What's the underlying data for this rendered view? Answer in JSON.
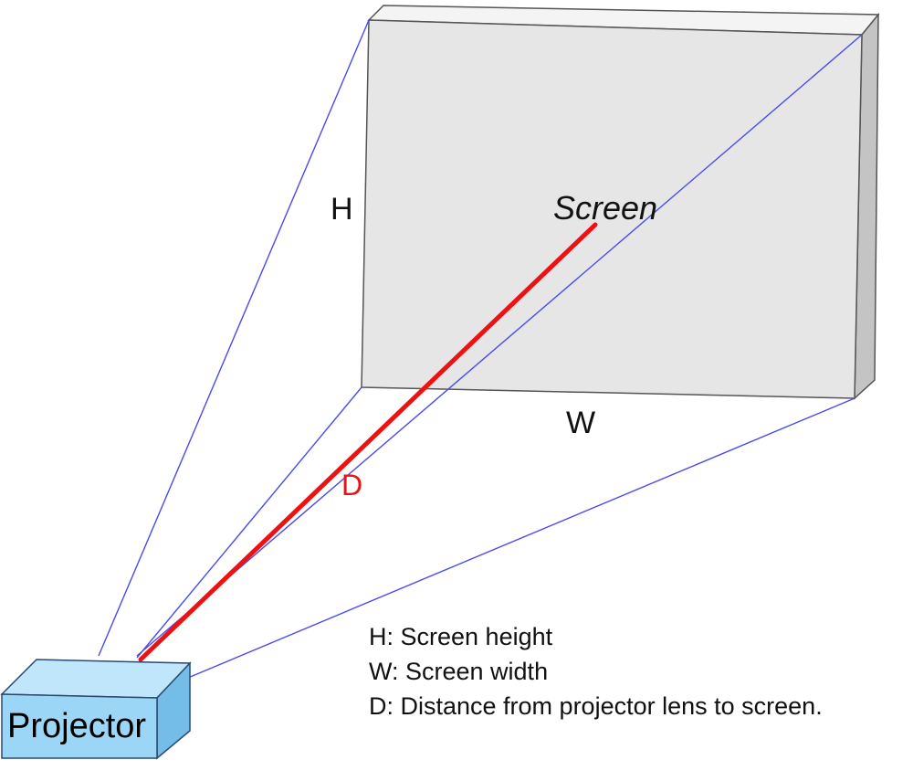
{
  "labels": {
    "screen": "Screen",
    "height": "H",
    "width": "W",
    "distance": "D",
    "projector": "Projector"
  },
  "legend": [
    "H: Screen height",
    "W: Screen width",
    "D: Distance from projector lens to screen."
  ],
  "colors": {
    "screen_face": "#e6e6e6",
    "screen_edge": "#c4c4c4",
    "outline": "#555555",
    "projection_lines": "#4a4af0",
    "distance_line": "#ee1111",
    "projector_body": "#9cd6f7",
    "projector_top": "#bfe6fb",
    "projector_side": "#74bde8",
    "projector_outline": "#2a4a70"
  }
}
